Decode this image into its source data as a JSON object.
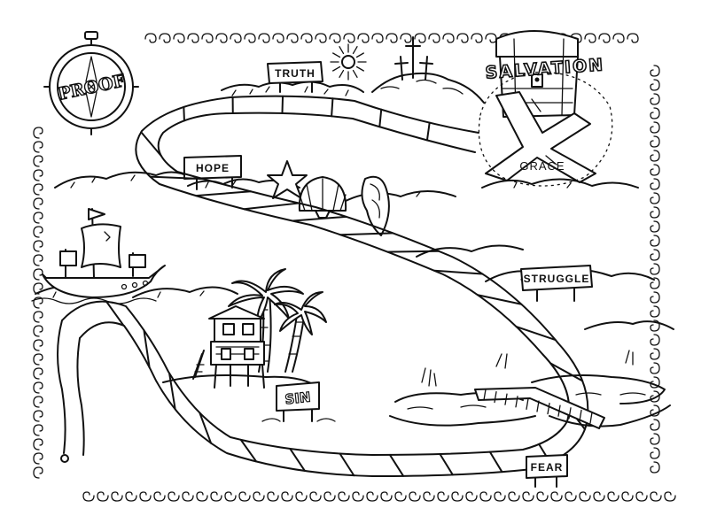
{
  "compass": {
    "label": "PROOF"
  },
  "signs": {
    "truth": "TRUTH",
    "hope": "HOPE",
    "struggle": "STRUGGLE",
    "sin": "SIN",
    "fear": "FEAR"
  },
  "treasure": {
    "title": "SALVATION",
    "mark_label": "GRACE"
  },
  "colors": {
    "ink": "#111111",
    "paper": "#ffffff"
  },
  "icons": [
    "compass-icon",
    "sun-icon",
    "crosses-icon",
    "treasure-chest-icon",
    "x-mark-icon",
    "ship-icon",
    "starfish-icon",
    "shell-icon",
    "conch-icon",
    "stilt-house-icon",
    "palm-tree-icon"
  ]
}
